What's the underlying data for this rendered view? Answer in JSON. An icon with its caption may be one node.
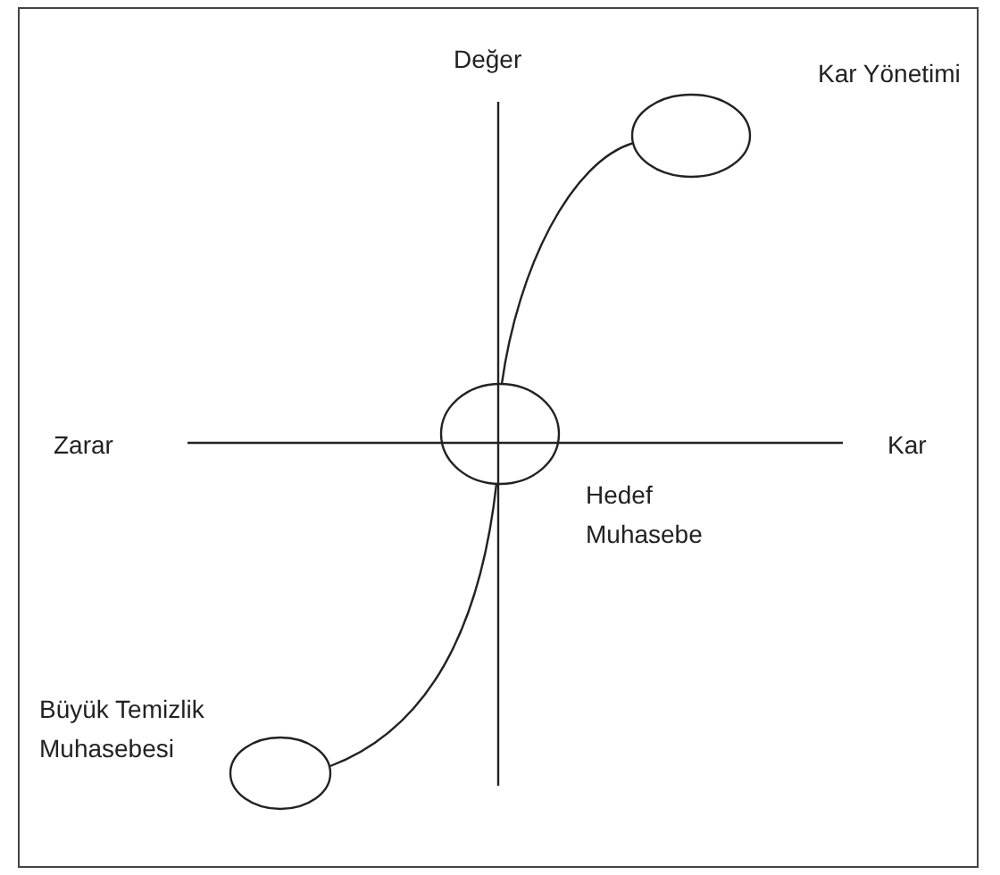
{
  "diagram": {
    "nodes": [
      {
        "text": [
          "Kar Yönetimi"
        ]
      },
      {
        "text": [
          "Hedef Muhasebe"
        ]
      },
      {
        "text": [
          "Büyük Temizlik Muhasebesi"
        ]
      }
    ],
    "edges": [
      {
        "from": 2,
        "to": 1,
        "arrow": "none"
      },
      {
        "from": 1,
        "to": 0,
        "arrow": "none"
      }
    ],
    "labels": [
      "Değer",
      "Zarar",
      "Kar"
    ]
  }
}
